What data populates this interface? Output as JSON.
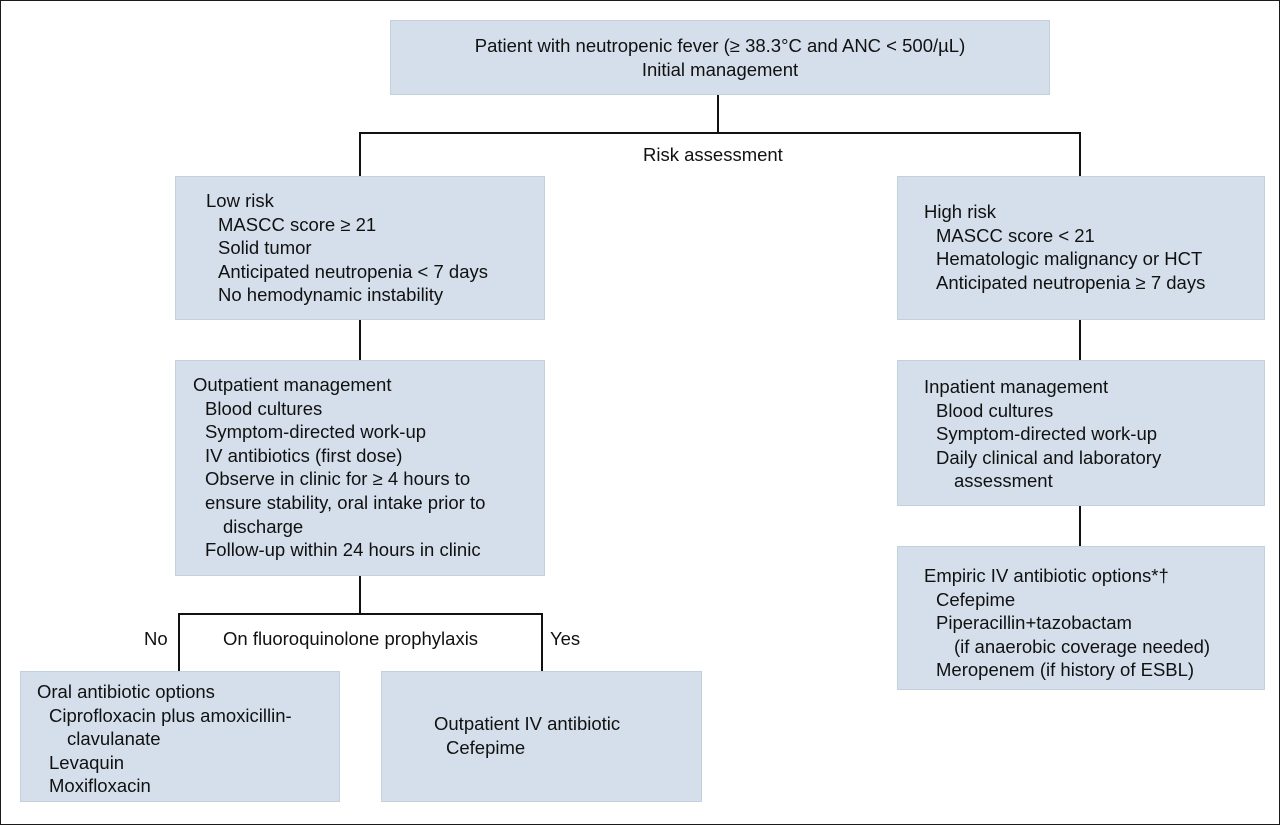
{
  "colors": {
    "box_fill": "#d4dfeb",
    "connector": "#111111",
    "text": "#111111"
  },
  "start": {
    "line1": "Patient with neutropenic fever (≥ 38.3°C and ANC < 500/µL)",
    "line2": "Initial management"
  },
  "risk_label": "Risk assessment",
  "low_risk": {
    "title": "Low risk",
    "items": [
      "MASCC score ≥ 21",
      "Solid tumor",
      "Anticipated neutropenia < 7 days",
      "No hemodynamic instability"
    ]
  },
  "high_risk": {
    "title": "High risk",
    "items": [
      "MASCC score < 21",
      "Hematologic malignancy or HCT",
      "Anticipated neutropenia ≥ 7 days"
    ]
  },
  "outpatient": {
    "title": "Outpatient management",
    "items": [
      "Blood cultures",
      "Symptom-directed work-up",
      "IV antibiotics (first dose)",
      "Observe in clinic for ≥ 4 hours to",
      "ensure stability, oral intake prior to",
      "discharge",
      "Follow-up within 24 hours in clinic"
    ]
  },
  "inpatient": {
    "title": "Inpatient management",
    "items": [
      "Blood cultures",
      "Symptom-directed work-up",
      "Daily clinical and laboratory",
      "assessment"
    ]
  },
  "fq_label": "On fluoroquinolone prophylaxis",
  "no_label": "No",
  "yes_label": "Yes",
  "oral": {
    "title": "Oral antibiotic options",
    "items": [
      "Ciprofloxacin plus amoxicillin-",
      "clavulanate",
      "Levaquin",
      "Moxifloxacin"
    ]
  },
  "outpatient_iv": {
    "title": "Outpatient IV antibiotic",
    "items": [
      "Cefepime"
    ]
  },
  "empiric": {
    "title": "Empiric IV antibiotic options*†",
    "items": [
      "Cefepime",
      "Piperacillin+tazobactam",
      "(if anaerobic coverage needed)",
      "Meropenem (if history of ESBL)"
    ]
  }
}
